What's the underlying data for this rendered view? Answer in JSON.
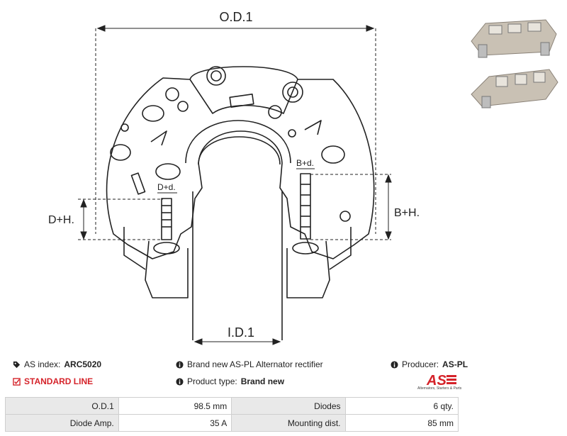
{
  "drawing": {
    "labels": {
      "od": "O.D.1",
      "id": "I.D.1",
      "dh": "D+H.",
      "bh": "B+H.",
      "dd": "D+d.",
      "bd": "B+d."
    }
  },
  "info": {
    "as_index_label": "AS index:",
    "as_index_value": "ARC5020",
    "standard_line": "STANDARD LINE",
    "description": "Brand new AS-PL Alternator rectifier",
    "product_type_label": "Product type:",
    "product_type_value": "Brand new",
    "producer_label": "Producer:",
    "producer_value": "AS-PL",
    "logo_text": "AS",
    "logo_sub": "Alternators, Starters & Parts"
  },
  "specs": [
    {
      "label": "O.D.1",
      "value": "98.5 mm",
      "label2": "Diodes",
      "value2": "6 qty."
    },
    {
      "label": "Diode Amp.",
      "value": "35 A",
      "label2": "Mounting dist.",
      "value2": "85 mm"
    }
  ],
  "colors": {
    "accent": "#d5232a",
    "line": "#222222",
    "table_label_bg": "#e9e9e9"
  }
}
